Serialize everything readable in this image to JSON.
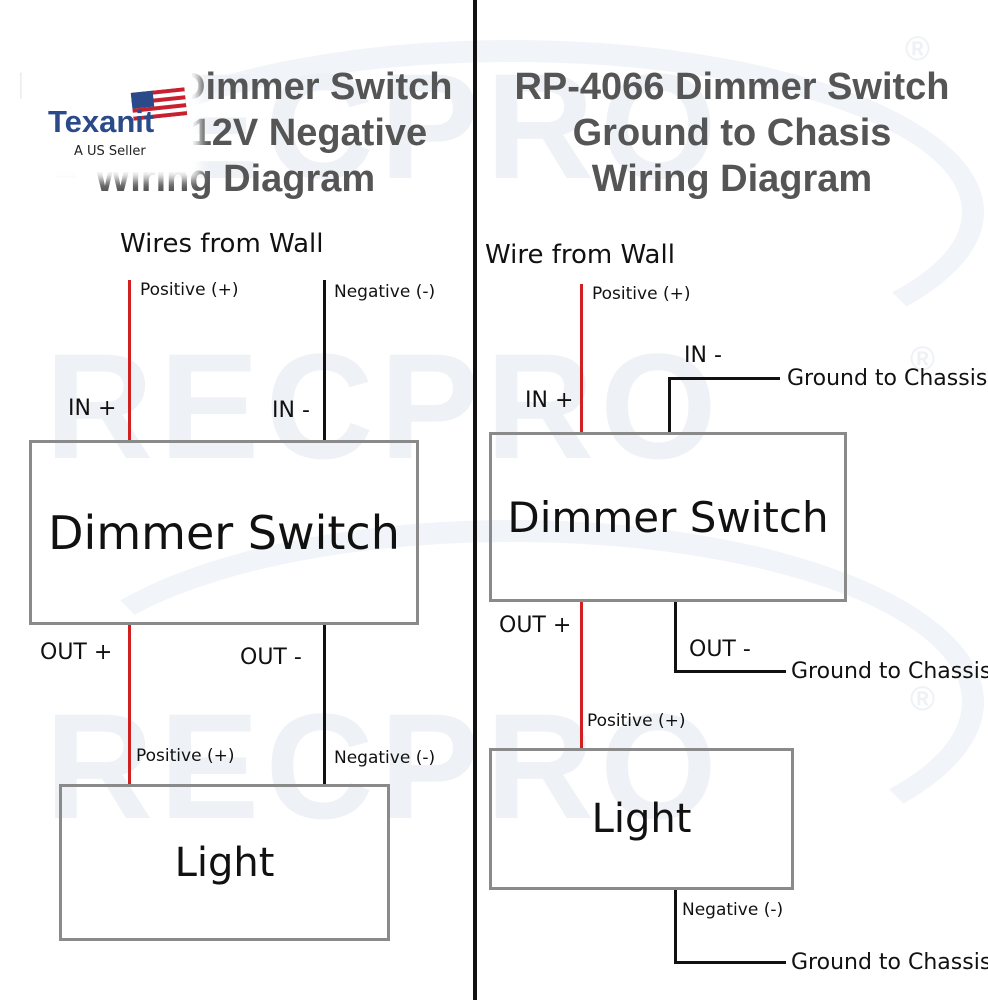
{
  "left": {
    "title_lines": [
      "RP-4066 Dimmer Switch",
      "Ground 12V Negative",
      "Wiring Diagram"
    ],
    "wires_label": "Wires from Wall",
    "positive_top": "Positive (+)",
    "negative_top": "Negative (-)",
    "in_pos": "IN +",
    "in_neg": "IN -",
    "switch_label": "Dimmer Switch",
    "out_pos": "OUT +",
    "out_neg": "OUT -",
    "positive_bottom": "Positive (+)",
    "negative_bottom": "Negative (-)",
    "light_label": "Light"
  },
  "right": {
    "title_lines": [
      "RP-4066 Dimmer Switch",
      "Ground to Chasis",
      "Wiring Diagram"
    ],
    "wire_label": "Wire from Wall",
    "positive_top": "Positive (+)",
    "in_pos": "IN +",
    "in_neg": "IN -",
    "ground_in": "Ground to Chassis",
    "switch_label": "Dimmer Switch",
    "out_pos": "OUT +",
    "out_neg": "OUT -",
    "ground_out": "Ground to Chassis",
    "positive_bottom": "Positive (+)",
    "light_label": "Light",
    "negative_bottom": "Negative (-)",
    "ground_light": "Ground to Chassis"
  },
  "logo": {
    "name": "Texanit",
    "tagline": "A US Seller",
    "flag_icon": "us-flag-icon"
  },
  "watermark": {
    "text": "RECPRO",
    "mark": "®"
  },
  "colors": {
    "positive_wire": "#d02020",
    "negative_wire": "#111111",
    "box_border": "#8a8a8a",
    "title": "#555555"
  }
}
